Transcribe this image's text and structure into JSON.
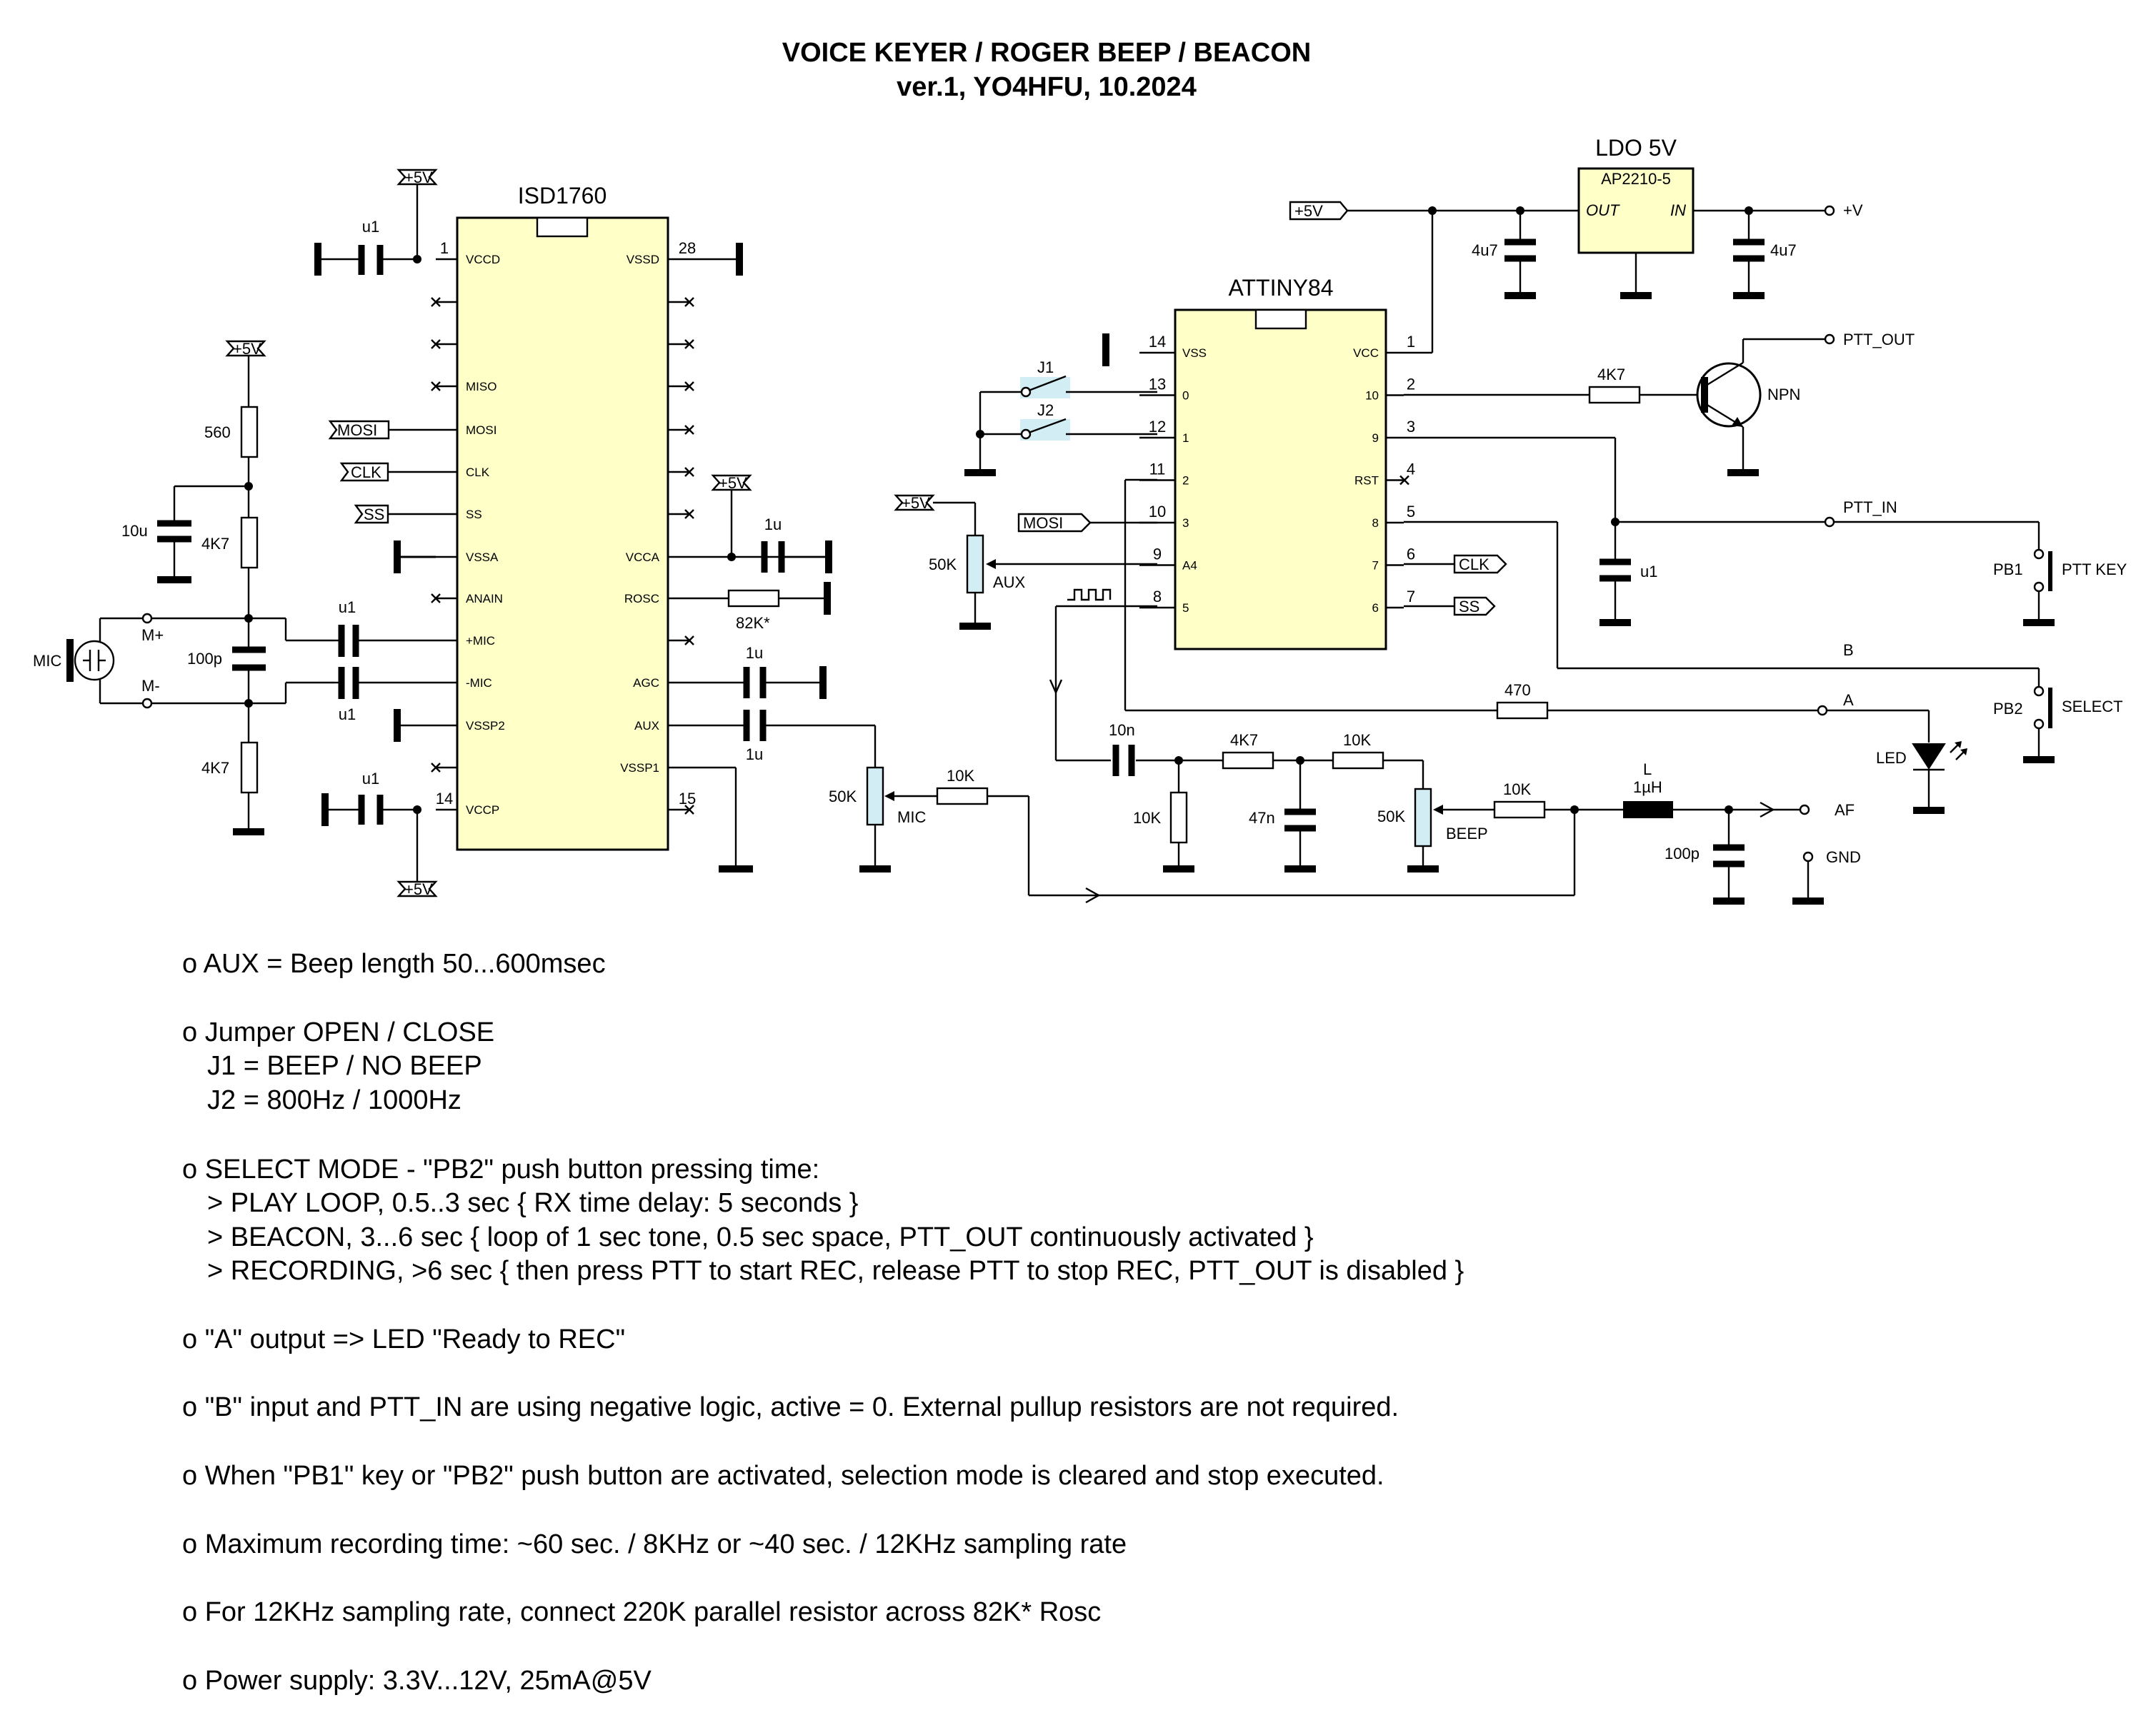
{
  "title": {
    "line1": "VOICE KEYER / ROGER BEEP /  BEACON",
    "line2": "ver.1, YO4HFU, 10.2024"
  },
  "isd": {
    "name": "ISD1760",
    "left_pins": {
      "p1_num": "1",
      "vccd": "VCCD",
      "miso": "MISO",
      "mosi": "MOSI",
      "clk": "CLK",
      "ss": "SS",
      "vssa": "VSSA",
      "anain": "ANAIN",
      "pmic": "+MIC",
      "nmic": "-MIC",
      "vssp2": "VSSP2",
      "p14_num": "14",
      "vccp": "VCCP"
    },
    "right_pins": {
      "p28_num": "28",
      "vssd": "VSSD",
      "vcca": "VCCA",
      "rosc": "ROSC",
      "agc": "AGC",
      "aux": "AUX",
      "vssp1": "VSSP1",
      "p15_num": "15"
    }
  },
  "attiny": {
    "name": "ATTINY84",
    "left_pins": [
      {
        "num": "14",
        "name": "VSS"
      },
      {
        "num": "13",
        "name": "0"
      },
      {
        "num": "12",
        "name": "1"
      },
      {
        "num": "11",
        "name": "2"
      },
      {
        "num": "10",
        "name": "3"
      },
      {
        "num": "9",
        "name": "A4"
      },
      {
        "num": "8",
        "name": "5"
      }
    ],
    "right_pins": [
      {
        "num": "1",
        "name": "VCC"
      },
      {
        "num": "2",
        "name": "10"
      },
      {
        "num": "3",
        "name": "9"
      },
      {
        "num": "4",
        "name": "RST"
      },
      {
        "num": "5",
        "name": "8"
      },
      {
        "num": "6",
        "name": "7"
      },
      {
        "num": "7",
        "name": "6"
      }
    ]
  },
  "ldo": {
    "title": "LDO 5V",
    "part": "AP2210-5",
    "out": "OUT",
    "in": "IN"
  },
  "labels": {
    "plus5v": "+5V",
    "mosi": "MOSI",
    "clk": "CLK",
    "ss": "SS",
    "u1": "u1",
    "one_u": "1u",
    "ten_u": "10u",
    "r560": "560",
    "r4k7": "4K7",
    "r10k": "10K",
    "r82k": "82K*",
    "r470": "470",
    "p50k": "50K",
    "c100p": "100p",
    "c10n": "10n",
    "c47n": "47n",
    "c4u7": "4u7",
    "mic": "MIC",
    "mplus": "M+",
    "mminus": "M-",
    "aux": "AUX",
    "beep": "BEEP",
    "j1": "J1",
    "j2": "J2",
    "npn": "NPN",
    "ptt_out": "PTT_OUT",
    "ptt_in": "PTT_IN",
    "pb1": "PB1",
    "pb2": "PB2",
    "ptt_key": "PTT KEY",
    "select": "SELECT",
    "led": "LED",
    "a": "A",
    "b": "B",
    "l": "L",
    "l_val": "1µH",
    "af": "AF",
    "gnd": "GND",
    "plus_v": "+V"
  },
  "notes": [
    "o AUX = Beep length 50...600msec",
    "o Jumper OPEN / CLOSE",
    "J1  = BEEP / NO BEEP",
    "J2  = 800Hz / 1000Hz",
    "o SELECT MODE - \"PB2\" push button pressing time:",
    "> PLAY LOOP, 0.5..3 sec  { RX time delay: 5 seconds }",
    "> BEACON, 3...6 sec  { loop of 1 sec tone, 0.5 sec space, PTT_OUT continuously activated }",
    "> RECORDING, >6 sec  { then press PTT to start REC, release PTT to stop REC, PTT_OUT is disabled }",
    "o \"A\" output => LED \"Ready to REC\"",
    "o \"B\" input  and PTT_IN are using negative logic, active = 0. External pullup resistors are not required.",
    "o When \"PB1\" key or \"PB2\" push button are activated, selection mode is cleared and stop executed.",
    "o Maximum recording time: ~60 sec. / 8KHz or ~40 sec. / 12KHz sampling rate",
    "o For 12KHz sampling rate, connect 220K parallel resistor across 82K* Rosc",
    "o Power supply: 3.3V...12V, 25mA@5V"
  ],
  "colors": {
    "ic_fill": "#ffffc8",
    "pot_fill": "#d2eef4",
    "wire": "#000000",
    "background": "#ffffff"
  }
}
